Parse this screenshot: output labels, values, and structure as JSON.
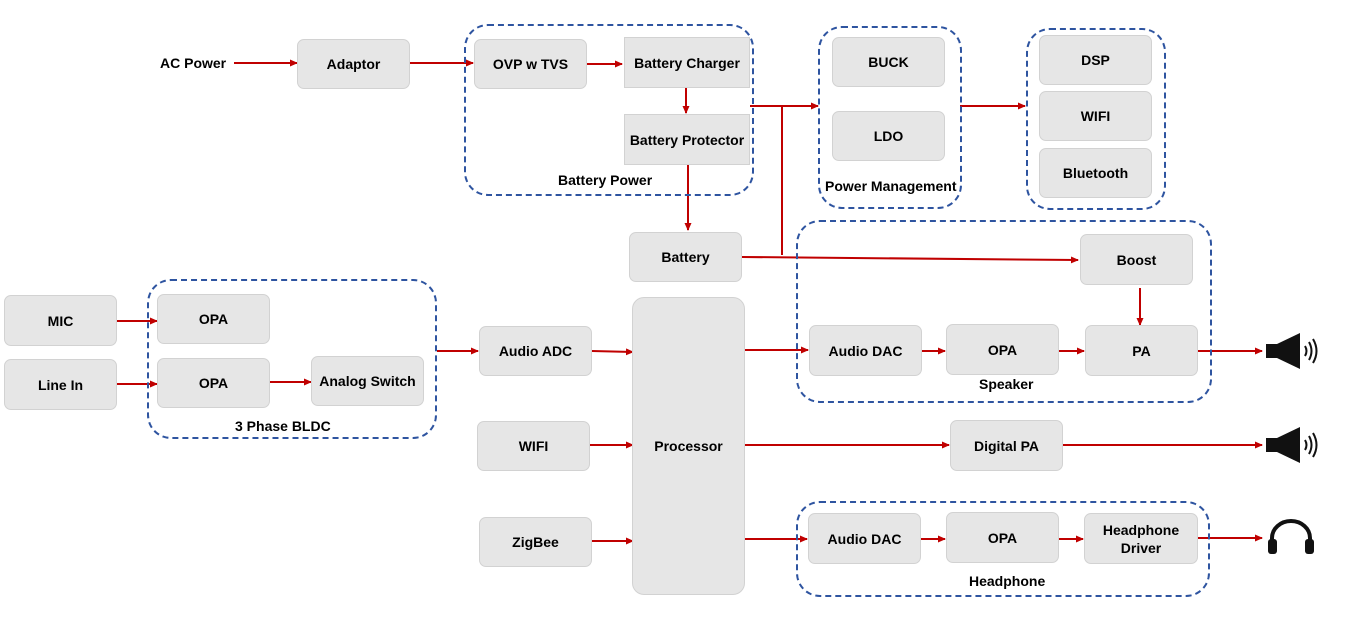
{
  "inputs": {
    "ac_power": "AC Power",
    "mic": "MIC",
    "line_in": "Line In"
  },
  "blocks": {
    "adaptor": "Adaptor",
    "ovp": "OVP w TVS",
    "battery_charger": "Battery Charger",
    "battery_protector": "Battery Protector",
    "battery": "Battery",
    "buck": "BUCK",
    "ldo": "LDO",
    "dsp": "DSP",
    "wifi_top": "WIFI",
    "bluetooth": "Bluetooth",
    "boost": "Boost",
    "opa_mic": "OPA",
    "opa_line": "OPA",
    "analog_switch": "Analog Switch",
    "audio_adc": "Audio ADC",
    "wifi": "WIFI",
    "zigbee": "ZigBee",
    "processor": "Processor",
    "audio_dac_spk": "Audio DAC",
    "opa_spk": "OPA",
    "pa": "PA",
    "digital_pa": "Digital PA",
    "audio_dac_hp": "Audio DAC",
    "opa_hp": "OPA",
    "headphone_driver": "Headphone Driver"
  },
  "groups": {
    "battery_power": "Battery Power",
    "power_management": "Power Management",
    "three_phase_bldc": "3 Phase BLDC",
    "speaker": "Speaker",
    "headphone": "Headphone"
  },
  "colors": {
    "arrow": "#c00000",
    "group_border": "#2e54a0",
    "block_fill": "#e6e6e6"
  },
  "icons": {
    "speaker_1": "speaker-icon",
    "speaker_2": "speaker-icon",
    "headphone": "headphone-icon"
  }
}
